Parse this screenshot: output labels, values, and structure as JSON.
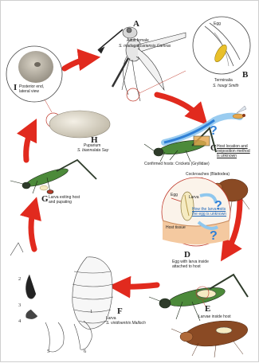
{
  "colors": {
    "arrow": "#e12a1e",
    "blue": "#2f7fd6",
    "lightblue": "#8fc7ee",
    "cricket_body": "#4c8a3a",
    "cricket_dark": "#2e3b2a",
    "roach": "#8a4a24",
    "larva": "#f5ebc2",
    "host_tissue": "#f4c9a0",
    "circle_fill": "#fbf3ea"
  },
  "panels": {
    "A": {
      "letter": "A",
      "title": "Adult female",
      "species": "S. madagascariensis Camras"
    },
    "B": {
      "letter": "B",
      "title": "Terminalia",
      "species": "S. hougi Smith",
      "egg_label": "Egg"
    },
    "C": {
      "letter": "C",
      "line1": "Host location and",
      "line2": "oviposition method",
      "line3": "is unknown",
      "question": "?"
    },
    "confirmed_hosts": "Confirmed hosts: Crickets (Gryllidae)",
    "cockroaches": "Cockroaches (Blattodea)",
    "D": {
      "letter": "D",
      "line1": "Egg with larva inside",
      "line2": "attached to host",
      "egg_label": "Egg",
      "larva_label": "Larva",
      "exit_line1": "How the larva exits",
      "exit_line2": "the egg is unknown",
      "host_tissue": "Host tissue",
      "question": "?"
    },
    "E": {
      "letter": "E",
      "label": "Larvae inside host"
    },
    "F": {
      "letter": "F",
      "title": "Larva",
      "species": "S. viridiventris Malloch"
    },
    "G": {
      "letter": "G",
      "line1": "Larva exiting host",
      "line2": "and pupating"
    },
    "H": {
      "letter": "H",
      "title": "Puparium",
      "species": "S. biannulata Say"
    },
    "I": {
      "letter": "I",
      "line1": "Posterior end,",
      "line2": "lateral view"
    },
    "detail_numbers": [
      "1",
      "2",
      "3",
      "4",
      "5",
      "6"
    ],
    "larva_number": "1"
  }
}
